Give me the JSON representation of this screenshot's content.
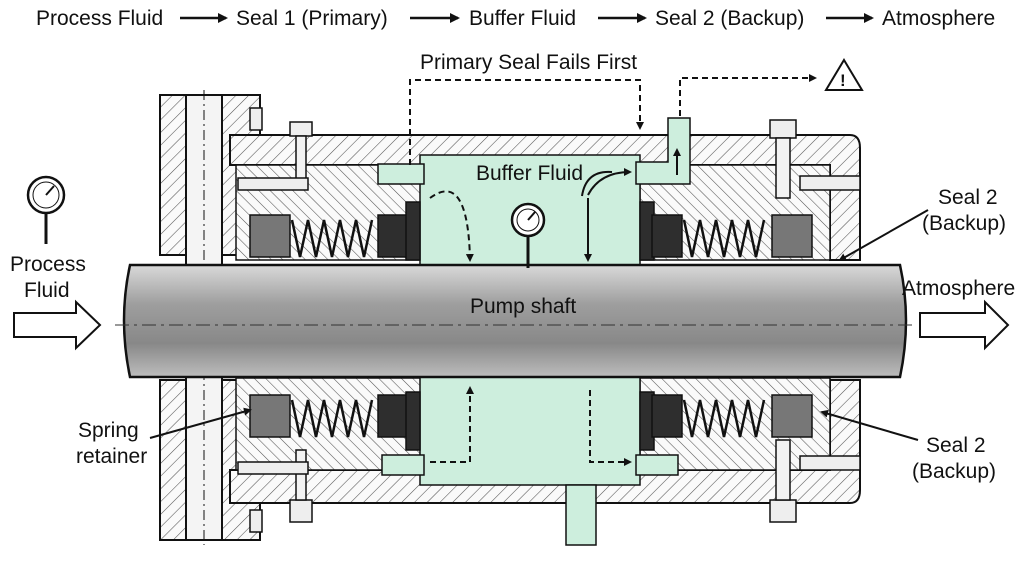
{
  "flow": {
    "steps": [
      "Process Fluid",
      "Seal 1 (Primary)",
      "Buffer Fluid",
      "Seal 2 (Backup)",
      "Atmosphere"
    ]
  },
  "labels": {
    "failure_path": "Primary Seal Fails First",
    "buffer_fluid": "Buffer Fluid",
    "pump_shaft": "Pump shaft",
    "process_fluid_line1": "Process",
    "process_fluid_line2": "Fluid",
    "atmosphere": "Atmosphere",
    "seal2_top_line1": "Seal 2",
    "seal2_top_line2": "(Backup)",
    "seal2_bottom_line1": "Seal 2",
    "seal2_bottom_line2": "(Backup)",
    "spring_retainer_line1": "Spring",
    "spring_retainer_line2": "retainer",
    "warning_symbol": "!"
  },
  "colors": {
    "buffer_fluid": "#cdeedd",
    "shaft": "#a8a8a8",
    "seal_face": "#2e2e2e",
    "retainer": "#777777",
    "outline": "#111111"
  },
  "icons": [
    "pressure-gauge-icon",
    "warning-triangle-icon",
    "flow-arrow-icon"
  ]
}
